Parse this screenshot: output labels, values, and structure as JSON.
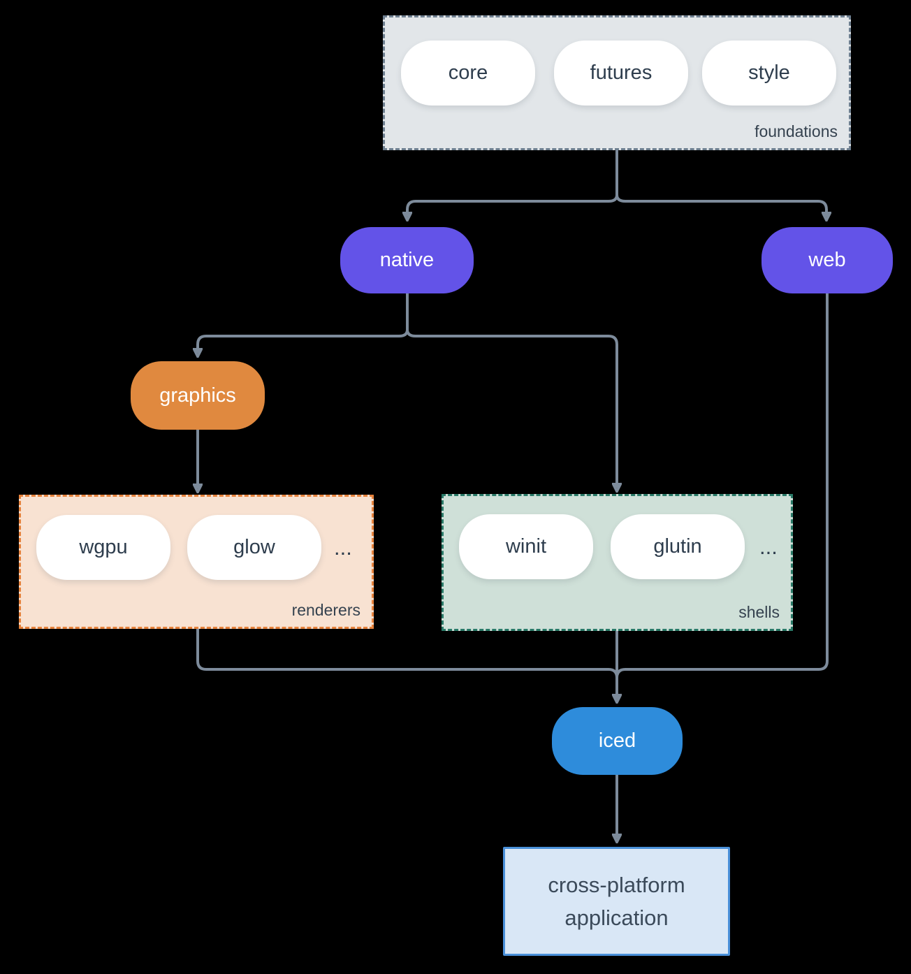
{
  "diagram": {
    "foundations": {
      "label": "foundations",
      "pills": [
        "core",
        "futures",
        "style"
      ]
    },
    "native": {
      "label": "native"
    },
    "web": {
      "label": "web"
    },
    "graphics": {
      "label": "graphics"
    },
    "renderers": {
      "label": "renderers",
      "pills": [
        "wgpu",
        "glow"
      ],
      "more": "..."
    },
    "shells": {
      "label": "shells",
      "pills": [
        "winit",
        "glutin"
      ],
      "more": "..."
    },
    "iced": {
      "label": "iced"
    },
    "application": {
      "line1": "cross-platform",
      "line2": "application"
    }
  },
  "colors": {
    "background": "#000000",
    "connector": "#7d8b9b",
    "node_purple": "#6353e8",
    "node_orange": "#e0893f",
    "node_blue": "#2e8cdb",
    "foundations_fill": "#e2e6e9",
    "foundations_border": "#6e7f90",
    "renderers_fill": "#f8e2d2",
    "renderers_border": "#e6823c",
    "shells_fill": "#cfe0d8",
    "shells_border": "#2a7a68",
    "application_fill": "#d9e7f6",
    "application_border": "#4a90d9",
    "text_dark": "#2e3d4d",
    "text_light": "#ffffff"
  }
}
